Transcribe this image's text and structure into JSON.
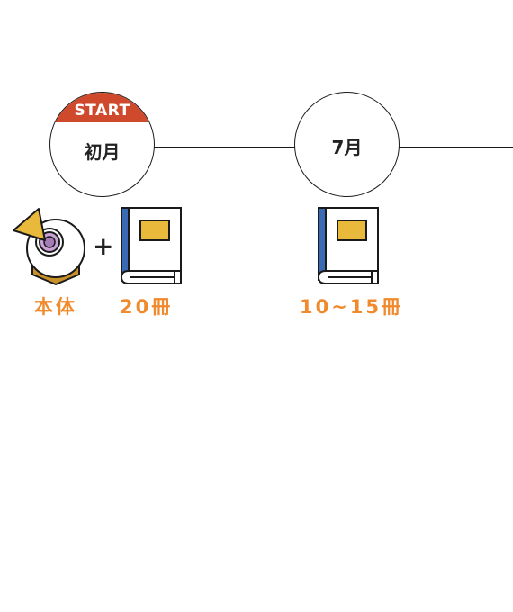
{
  "milestones": [
    {
      "badge": "START",
      "label": "初月"
    },
    {
      "label": "7月"
    }
  ],
  "items": {
    "device": {
      "icon": "robot-device-icon",
      "caption": "本体"
    },
    "plus": "+",
    "books_first": {
      "icon": "book-icon",
      "caption": "20冊"
    },
    "books_july": {
      "icon": "book-icon",
      "caption": "10~15冊"
    }
  },
  "colors": {
    "start_badge": "#cf4a2c",
    "caption": "#f08a2c",
    "book_cover": "#3a6ab3",
    "book_label": "#e8b93a",
    "device_cone": "#e8b93a",
    "device_base": "#c8902a",
    "device_lens": "#c9a3d6"
  }
}
